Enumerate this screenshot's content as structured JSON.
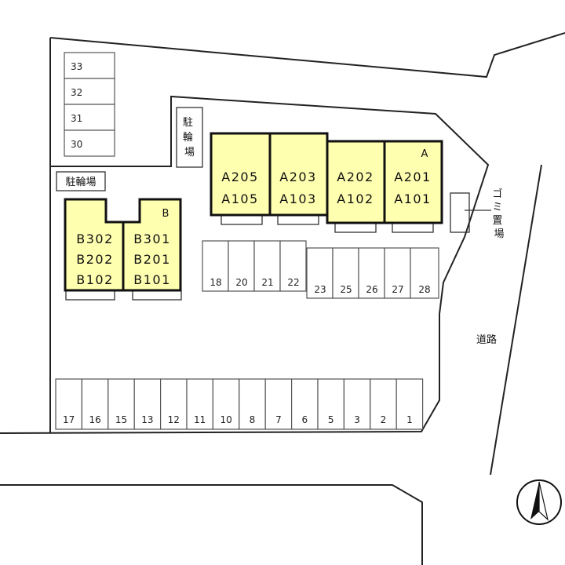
{
  "labels": {
    "bicycle_top": "駐輪場",
    "bicycle_left": "駐輪場",
    "garbage": "ゴミ置場",
    "road": "道路",
    "building_a": "A",
    "building_b": "B"
  },
  "units": {
    "a_col1": [
      "A205",
      "A105"
    ],
    "a_col2": [
      "A203",
      "A103"
    ],
    "a_col3": [
      "A202",
      "A102"
    ],
    "a_col4": [
      "A201",
      "A101"
    ],
    "b_col1": [
      "B302",
      "B202",
      "B102"
    ],
    "b_col2": [
      "B301",
      "B201",
      "B101"
    ]
  },
  "parking": {
    "top_left": [
      "33",
      "32",
      "31",
      "30"
    ],
    "middle_left": [
      "18",
      "20",
      "21",
      "22"
    ],
    "middle_right": [
      "23",
      "25",
      "26",
      "27",
      "28"
    ],
    "bottom": [
      "17",
      "16",
      "15",
      "13",
      "12",
      "11",
      "10",
      "8",
      "7",
      "6",
      "5",
      "3",
      "2",
      "1"
    ]
  },
  "colors": {
    "building_fill": "#ffffb0",
    "line": "#222222"
  },
  "icons": {
    "north": "north-arrow-icon"
  }
}
